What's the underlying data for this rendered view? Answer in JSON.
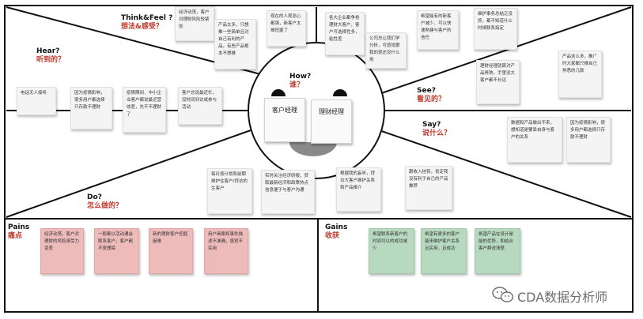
{
  "sections": {
    "think_feel": {
      "en": "Think&Feel ?",
      "cn": "想法&感受？"
    },
    "hear": {
      "en": "Hear?",
      "cn": "听到的？"
    },
    "how": {
      "en": "How?",
      "cn": "谁？"
    },
    "see": {
      "en": "See?",
      "cn": "看见的？"
    },
    "say": {
      "en": "Say?",
      "cn": "说什么？"
    },
    "do": {
      "en": "Do?",
      "cn": "怎么做的？"
    },
    "pains": {
      "en": "Pains",
      "cn": "痛点"
    },
    "gains": {
      "en": "Gains",
      "cn": "收获"
    }
  },
  "roles": {
    "customer_manager": "客户经理",
    "finance_manager": "理财经理"
  },
  "notes": {
    "think_feel": [
      "经济动荡，客户对理财风险较紧张",
      "产品太多，只想推一些简单且对自己有利的产品，有些产品根本不想推",
      "现在的人观念心都强，新客户太难挖掘了",
      "各大企业都争抢理财大客户，客户可选择性多，粘性差",
      "公司总让我们学分析，可感觉跟我的现还没什么用",
      "希望能有的新客户减少，可以快速熟建与客户的信任"
    ],
    "hear": [
      "电话无人接听",
      "因为疫情影响，很多用户都选择只存款不理财",
      "疫情期间，中小企业客户都说最近营收差，先不不理财了",
      "客户总说最近忙，没时间到访或参与活动"
    ],
    "see": [
      "维护事务总结乏没抓，都不知道什么时候联系搞定",
      "理财经理就算对产品再熟，手里没大客户都不长远",
      "产品这么多，推广时大家都只推自己熟悉的几款"
    ],
    "say": [
      "数据和产品做出不来，想知道是要靠自身与客户的关系",
      "因为疫情影响，很多用户都选择只存款不理财"
    ],
    "do": [
      "每日按计划和前期维护住客户/拜访的生客户",
      "实时关注经济研报，获取最新经济和政策热点信息便于与客户沟通",
      "根据我的妄听，拜访大客户维护关系和产品推介",
      "跟收入挂钩，肯定我没有利于自己的产品推荐"
    ],
    "pains": [
      "经济动荡，客户对理财的风险承受力变差",
      "一般都以活动通会联系客户，客户都不爱理睬",
      "新的理财客户挖掘困难",
      "用户画像和事件描述不准确，感觉不实用"
    ],
    "gains": [
      "希望联系新客户的时间可以的成功减少",
      "希望有更多的客户能来维护客户关系且实用，且成功",
      "希望产品在设计是能的优势，和结合客户群说清楚"
    ]
  },
  "watermark": "CDA数据分析师",
  "colors": {
    "pink_note": "#eebbbb",
    "green_note": "#b7d9bf",
    "red_label": "#c0392b"
  }
}
